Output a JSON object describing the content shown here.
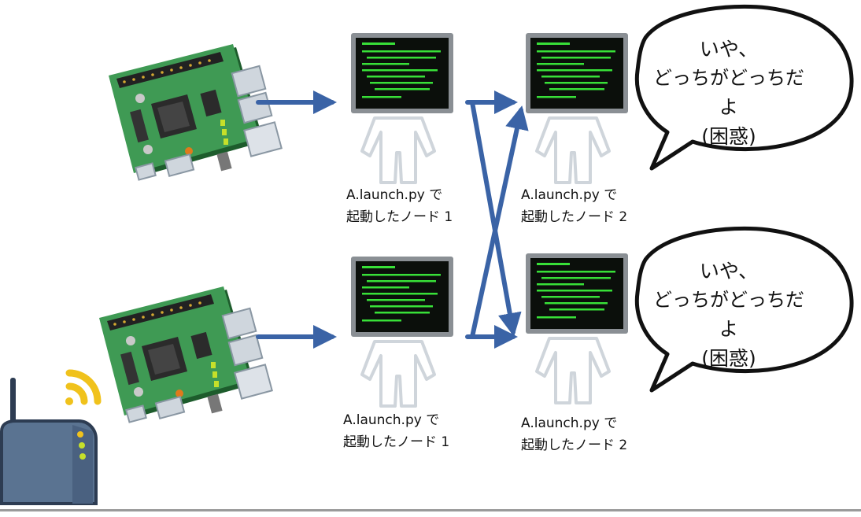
{
  "nodes": [
    {
      "line1": "A.launch.py で",
      "line2": "起動したノード 1"
    },
    {
      "line1": "A.launch.py で",
      "line2": "起動したノード 2"
    },
    {
      "line1": "A.launch.py で",
      "line2": "起動したノード 1"
    },
    {
      "line1": "A.launch.py で",
      "line2": "起動したノード 2"
    }
  ],
  "bubbles": [
    {
      "line1": "いや、",
      "line2": "どっちがどっちだよ",
      "line3": "(困惑)"
    },
    {
      "line1": "いや、",
      "line2": "どっちがどっちだよ",
      "line3": "(困惑)"
    }
  ],
  "colors": {
    "arrow": "#3a63a6",
    "board": "#3f9a54",
    "screen": "#0b0f0b",
    "screen_text": "#38e038",
    "router": "#5a7391",
    "wifi": "#f0c21c"
  }
}
